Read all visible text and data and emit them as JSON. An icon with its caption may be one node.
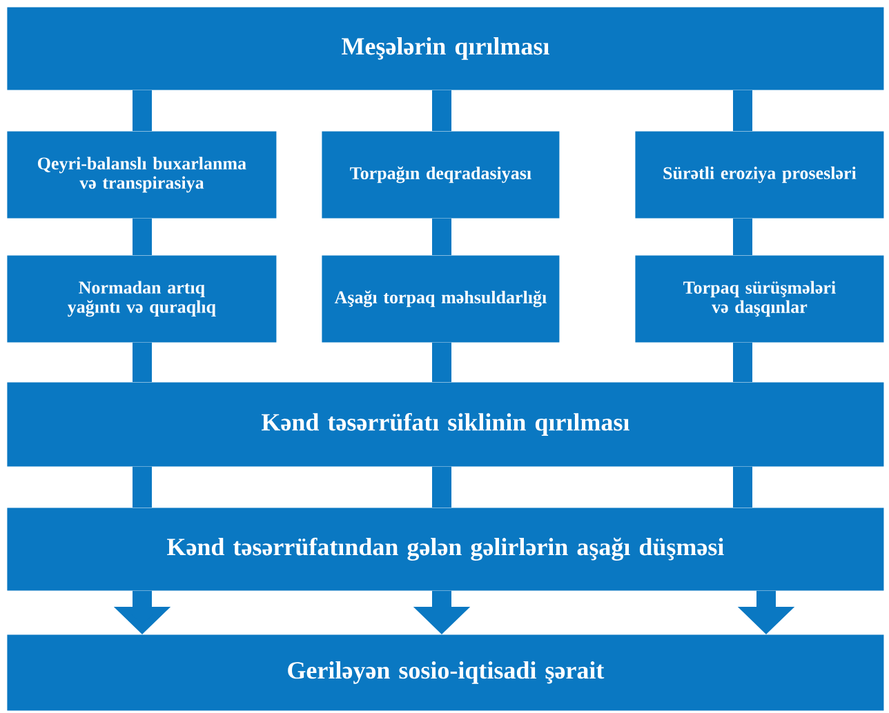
{
  "diagram": {
    "nodes": [
      {
        "text": [
          "Meşələrin qırılması"
        ]
      },
      {
        "text": [
          "Qeyri-balanslı buxarlanma və transpirasiya"
        ]
      },
      {
        "text": [
          "Torpağın deqradasiyası"
        ]
      },
      {
        "text": [
          "Sürətli eroziya prosesləri"
        ]
      },
      {
        "text": [
          "Normadan artıq yağıntı və quraqlıq"
        ]
      },
      {
        "text": [
          "Aşağı torpaq məhsuldarlığı"
        ]
      },
      {
        "text": [
          "Torpaq sürüşmələri və daşqınlar"
        ]
      },
      {
        "text": [
          "Kənd təsərrüfatı siklinin qırılması"
        ]
      },
      {
        "text": [
          "Kənd təsərrüfatından gələn gəlirlərin aşağı düşməsi"
        ]
      },
      {
        "text": [
          "Geriləyən sosio-iqtisadi şərait"
        ]
      }
    ],
    "edges": [
      {
        "from": 0,
        "to": 1,
        "arrow": "none"
      },
      {
        "from": 0,
        "to": 2,
        "arrow": "none"
      },
      {
        "from": 0,
        "to": 3,
        "arrow": "none"
      },
      {
        "from": 1,
        "to": 4,
        "arrow": "none"
      },
      {
        "from": 2,
        "to": 5,
        "arrow": "none"
      },
      {
        "from": 3,
        "to": 6,
        "arrow": "none"
      },
      {
        "from": 4,
        "to": 7,
        "arrow": "none"
      },
      {
        "from": 5,
        "to": 7,
        "arrow": "none"
      },
      {
        "from": 6,
        "to": 7,
        "arrow": "none"
      },
      {
        "from": 7,
        "to": 8,
        "arrow": "none"
      },
      {
        "from": 7,
        "to": 8,
        "arrow": "none"
      },
      {
        "from": 7,
        "to": 8,
        "arrow": "none"
      },
      {
        "from": 8,
        "to": 9,
        "arrow": "to"
      },
      {
        "from": 8,
        "to": 9,
        "arrow": "to"
      },
      {
        "from": 8,
        "to": 9,
        "arrow": "to"
      }
    ]
  }
}
